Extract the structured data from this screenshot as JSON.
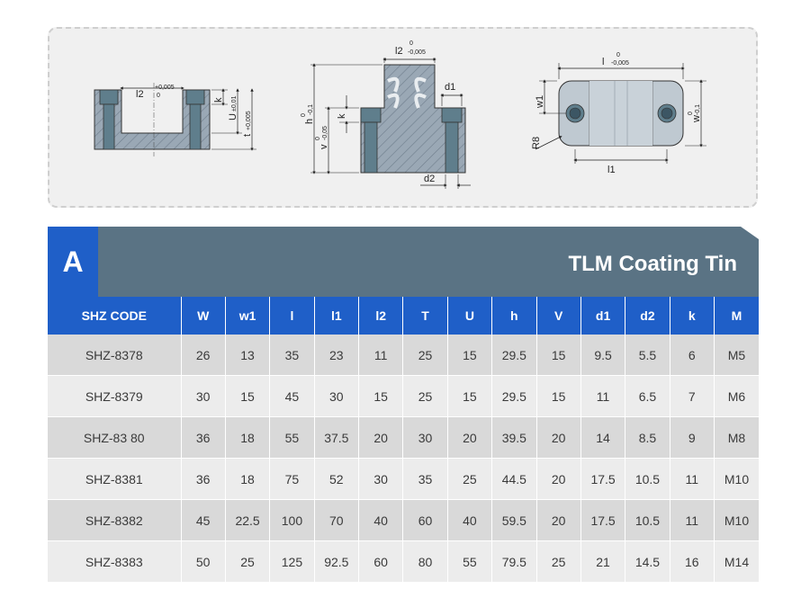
{
  "diagram": {
    "left_labels": {
      "l2": "l2",
      "tol_top": "+0,005",
      "tol_bottom": "0",
      "k": "k",
      "U": "U",
      "U_tol": "±0,01",
      "t": "t",
      "t_tol": "+0,005"
    },
    "middle_labels": {
      "l2": "l2",
      "tol_top": "0",
      "tol_bottom": "-0,005",
      "d1": "d1",
      "d2": "d2",
      "h": "h",
      "h_tol_top": "0",
      "h_tol_bottom": "-0,1",
      "v": "v",
      "v_tol_top": "0",
      "v_tol_bottom": "-0,05",
      "k": "k"
    },
    "right_labels": {
      "l": "l",
      "l_tol_top": "0",
      "l_tol_bottom": "-0,005",
      "w1": "w1",
      "w": "w",
      "w_tol_top": "0",
      "w_tol_bottom": "-0,1",
      "R8": "R8",
      "l1": "l1"
    }
  },
  "header": {
    "letter": "A",
    "title": "TLM Coating Tin"
  },
  "colors": {
    "header_blue": "#1f5fc8",
    "band_slate": "#5a7384",
    "row_dark": "#d9d9d9",
    "row_light": "#ececec"
  },
  "table": {
    "columns": [
      "SHZ CODE",
      "W",
      "w1",
      "l",
      "l1",
      "l2",
      "T",
      "U",
      "h",
      "V",
      "d1",
      "d2",
      "k",
      "M"
    ],
    "rows": [
      [
        "SHZ-8378",
        "26",
        "13",
        "35",
        "23",
        "11",
        "25",
        "15",
        "29.5",
        "15",
        "9.5",
        "5.5",
        "6",
        "M5"
      ],
      [
        "SHZ-8379",
        "30",
        "15",
        "45",
        "30",
        "15",
        "25",
        "15",
        "29.5",
        "15",
        "11",
        "6.5",
        "7",
        "M6"
      ],
      [
        "SHZ-83 80",
        "36",
        "18",
        "55",
        "37.5",
        "20",
        "30",
        "20",
        "39.5",
        "20",
        "14",
        "8.5",
        "9",
        "M8"
      ],
      [
        "SHZ-8381",
        "36",
        "18",
        "75",
        "52",
        "30",
        "35",
        "25",
        "44.5",
        "20",
        "17.5",
        "10.5",
        "11",
        "M10"
      ],
      [
        "SHZ-8382",
        "45",
        "22.5",
        "100",
        "70",
        "40",
        "60",
        "40",
        "59.5",
        "20",
        "17.5",
        "10.5",
        "11",
        "M10"
      ],
      [
        "SHZ-8383",
        "50",
        "25",
        "125",
        "92.5",
        "60",
        "80",
        "55",
        "79.5",
        "25",
        "21",
        "14.5",
        "16",
        "M14"
      ]
    ]
  }
}
